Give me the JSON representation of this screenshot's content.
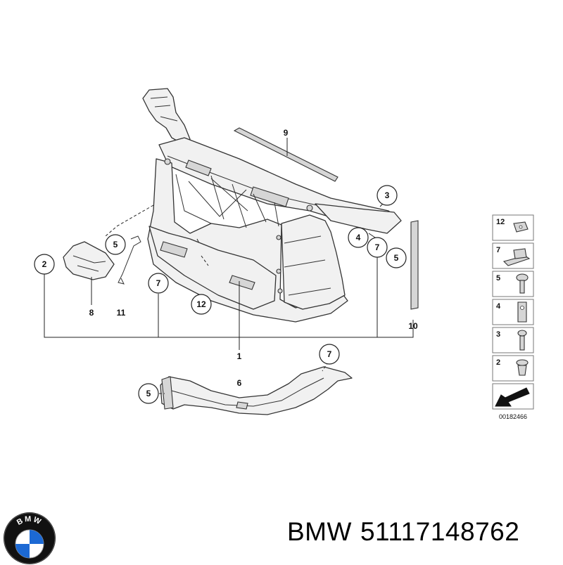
{
  "diagram": {
    "callouts": [
      {
        "name": "callout-2-bracket",
        "label": "2"
      },
      {
        "name": "callout-5-bolt-left",
        "label": "5"
      },
      {
        "name": "callout-7-carrier-lower",
        "label": "7"
      },
      {
        "name": "callout-12-clip",
        "label": "12"
      },
      {
        "name": "callout-3-holder",
        "label": "3"
      },
      {
        "name": "callout-4-holder",
        "label": "4"
      },
      {
        "name": "callout-7-right",
        "label": "7"
      },
      {
        "name": "callout-5-right",
        "label": "5"
      },
      {
        "name": "callout-5-bumper",
        "label": "5"
      },
      {
        "name": "callout-7-bumper",
        "label": "7"
      }
    ],
    "labels": [
      {
        "name": "label-9",
        "label": "9"
      },
      {
        "name": "label-8",
        "label": "8"
      },
      {
        "name": "label-11",
        "label": "11"
      },
      {
        "name": "label-10",
        "label": "10"
      },
      {
        "name": "label-1",
        "label": "1"
      },
      {
        "name": "label-6",
        "label": "6"
      }
    ],
    "legend": [
      {
        "name": "legend-item-12",
        "label": "12",
        "icon": "clip-nut-icon"
      },
      {
        "name": "legend-item-7",
        "label": "7",
        "icon": "spring-nut-icon"
      },
      {
        "name": "legend-item-5",
        "label": "5",
        "icon": "bolt-icon"
      },
      {
        "name": "legend-item-4",
        "label": "4",
        "icon": "bracket-clip-icon"
      },
      {
        "name": "legend-item-3",
        "label": "3",
        "icon": "screw-icon"
      },
      {
        "name": "legend-item-2",
        "label": "2",
        "icon": "expanding-rivet-icon"
      }
    ],
    "diagram_code": "00182466"
  },
  "brand": {
    "logo": "bmw-roundel-logo",
    "logo_text": "BMW",
    "manufacturer": "BMW",
    "part_number": "51117148762",
    "colors": {
      "roundel_blue": "#1c69d4",
      "roundel_ring": "#111111"
    }
  }
}
